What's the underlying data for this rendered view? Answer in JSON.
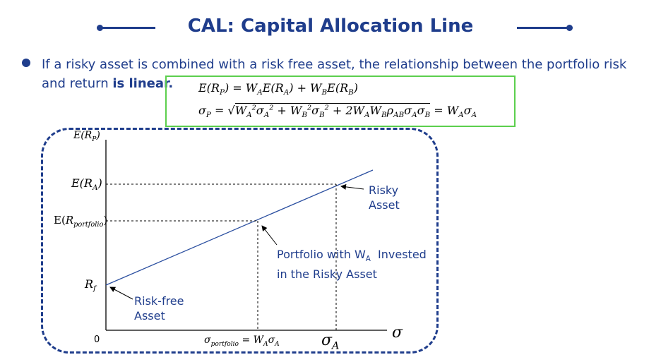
{
  "header": {
    "title": "CAL: Capital Allocation Line"
  },
  "bullet": {
    "text_part1": "If a risky asset is combined with a risk free asset, the relationship between the portfolio risk and return ",
    "text_bold": "is linear."
  },
  "equations": {
    "line1": "E(R_P) = W_A E(R_A) + W_B E(R_B)",
    "line2": "σ_P = √(W_A²σ_A² + W_B²σ_B² + 2W_A W_B ρ_AB σ_A σ_B) = W_A σ_A"
  },
  "axis": {
    "y_label": "E(R_P)",
    "x_label": "σ",
    "origin": "0",
    "y_tick_ERA": "E(R_A)",
    "y_tick_Eport": "E(R_portfolio)",
    "y_tick_Rf": "R_f",
    "x_tick_port": "σ_portfolio = W_A σ_A",
    "x_tick_sigmaA": "σ_A"
  },
  "annotations": {
    "risky_line1": "Risky",
    "risky_line2": "Asset",
    "portfolio_line1": "Portfolio with W",
    "portfolio_sub": "A",
    "portfolio_line1_end": "  Invested",
    "portfolio_line2": "in the Risky Asset",
    "riskfree_line1": "Risk-free",
    "riskfree_line2": "Asset"
  },
  "colors": {
    "primary": "#1f3d8c",
    "box_border": "#5ccf4d",
    "line": "#2b4fa0"
  }
}
